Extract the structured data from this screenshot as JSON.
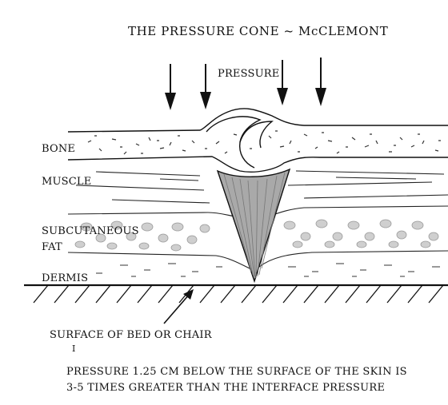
{
  "title": "THE PRESSURE CONE ~ McCLEMONT",
  "pressure_label": "PRESSURE",
  "layers": {
    "bone": "BONE",
    "muscle": "MUSCLE",
    "subcutaneous_fat_line1": "SUBCUTANEOUS",
    "subcutaneous_fat_line2": "FAT",
    "dermis": "DERMIS"
  },
  "surface_label": "SURFACE OF BED OR CHAIR",
  "stray_mark": "I",
  "note": {
    "line1": "PRESSURE 1.25 CM BELOW THE SURFACE OF THE SKIN IS",
    "line2": "3-5 TIMES GREATER THAN THE INTERFACE PRESSURE"
  },
  "colors": {
    "ink": "#111111",
    "cone": "#a9a9a9",
    "paper": "#ffffff"
  },
  "icons": [
    "down-arrow-icon",
    "down-arrow-icon",
    "down-arrow-icon",
    "down-arrow-icon",
    "pointer-arrow-icon"
  ]
}
